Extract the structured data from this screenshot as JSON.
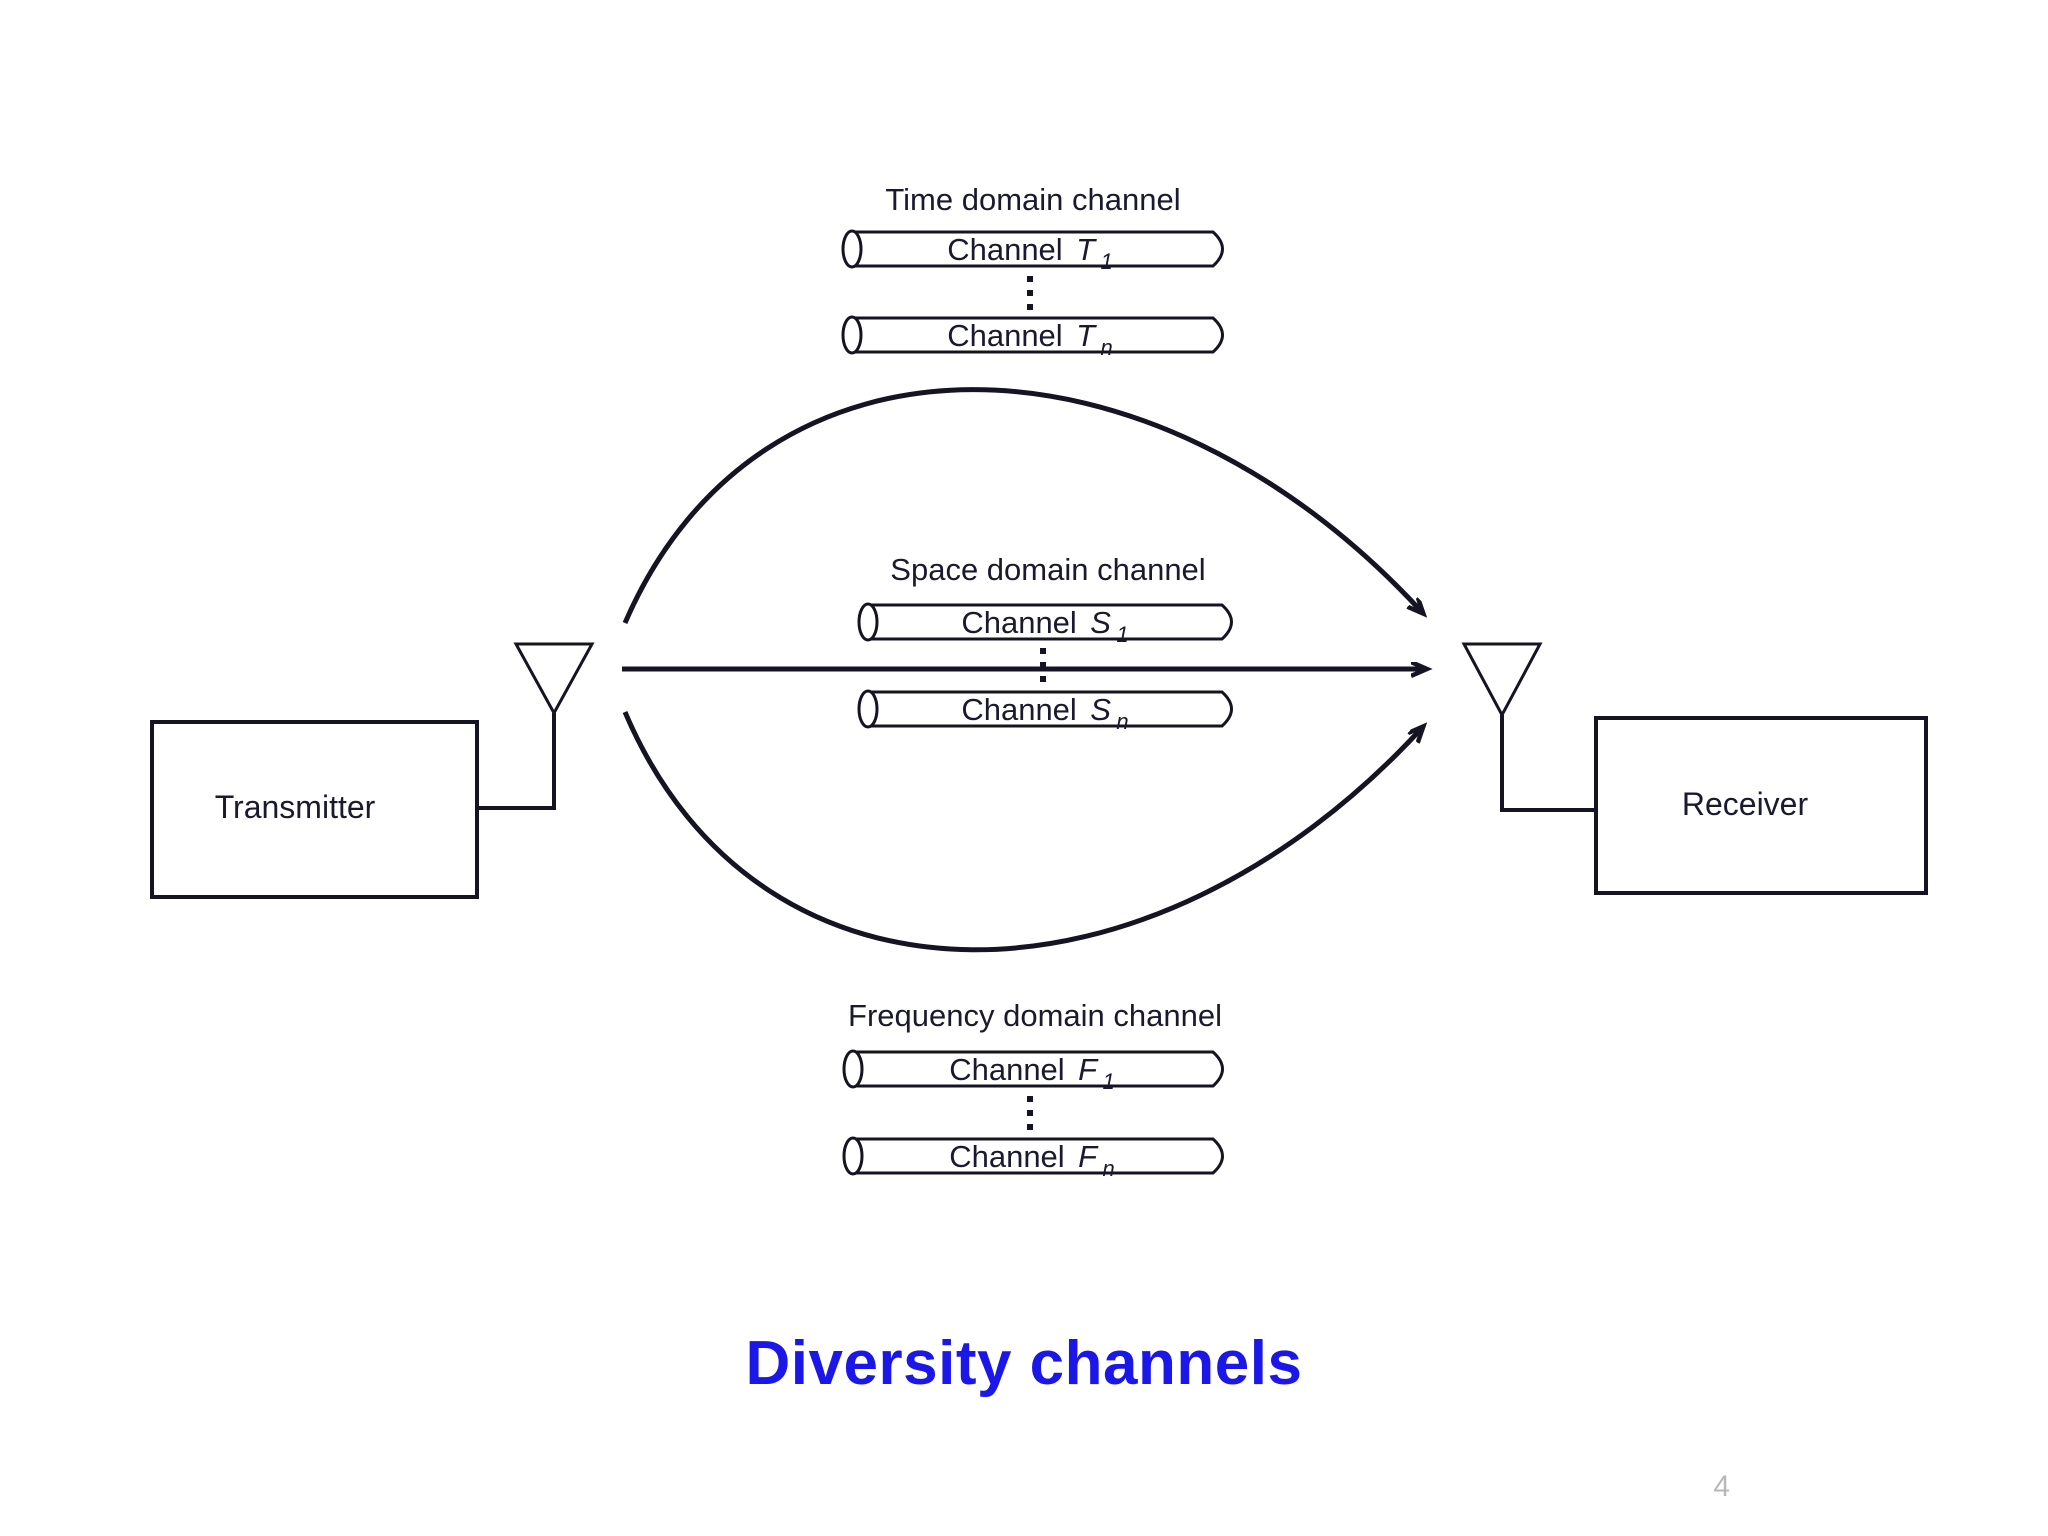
{
  "slide": {
    "title": "Diversity channels",
    "title_color": "#1a17e8",
    "page_number": "4",
    "background": "#ffffff"
  },
  "diagram": {
    "type": "block-diagram",
    "stroke_color": "#141422",
    "text_color": "#1a1a2e",
    "nodes": {
      "transmitter": {
        "label": "Transmitter"
      },
      "receiver": {
        "label": "Receiver"
      }
    },
    "antennas": {
      "transmit_antenna": "antenna-icon",
      "receive_antenna": "antenna-icon"
    },
    "groups": [
      {
        "id": "time-domain",
        "title": "Time domain channel",
        "ellipsis": "⋮",
        "channels": [
          {
            "prefix": "Channel",
            "symbol": "T",
            "sub": "1"
          },
          {
            "prefix": "Channel",
            "symbol": "T",
            "sub": "n"
          }
        ]
      },
      {
        "id": "space-domain",
        "title": "Space domain channel",
        "ellipsis": "⋮",
        "channels": [
          {
            "prefix": "Channel",
            "symbol": "S",
            "sub": "1"
          },
          {
            "prefix": "Channel",
            "symbol": "S",
            "sub": "n"
          }
        ]
      },
      {
        "id": "frequency-domain",
        "title": "Frequency domain channel",
        "ellipsis": "⋮",
        "channels": [
          {
            "prefix": "Channel",
            "symbol": "F",
            "sub": "1"
          },
          {
            "prefix": "Channel",
            "symbol": "F",
            "sub": "n"
          }
        ]
      }
    ],
    "paths": [
      {
        "id": "upper-path",
        "shape": "arc-up",
        "arrowhead": true
      },
      {
        "id": "middle-path",
        "shape": "straight",
        "arrowhead": true
      },
      {
        "id": "lower-path",
        "shape": "arc-down",
        "arrowhead": true
      }
    ]
  }
}
